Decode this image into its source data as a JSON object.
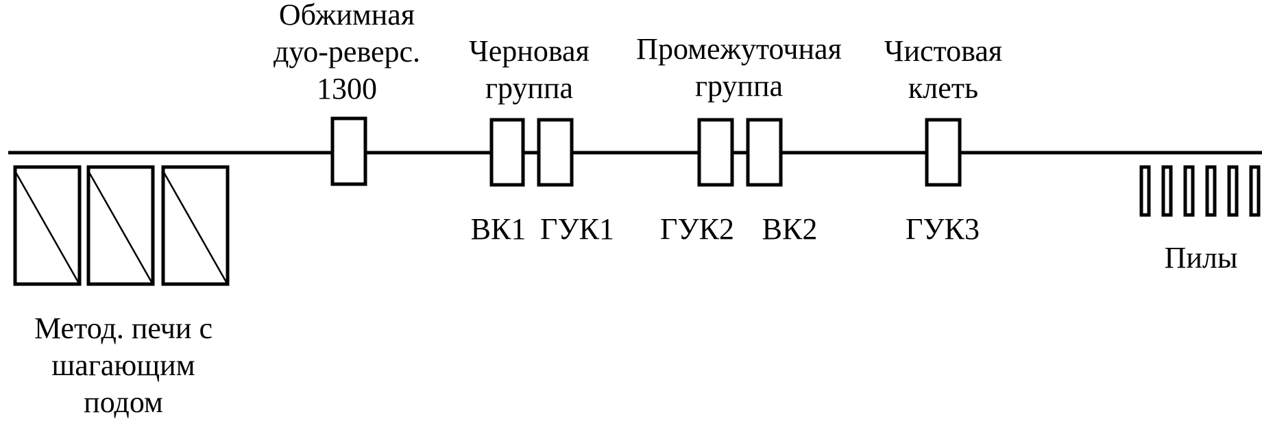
{
  "diagram": {
    "stands_top": {
      "roughing_mill": [
        "Обжимная",
        "дуо-реверс.",
        "1300"
      ],
      "rough_group": [
        "Черновая",
        "группа"
      ],
      "intermediate_group": [
        "Промежуточная",
        "группа"
      ],
      "finishing_stand": [
        "Чистовая",
        "клеть"
      ]
    },
    "stands_bottom": {
      "vk1": "ВК1",
      "guk1": "ГУК1",
      "guk2": "ГУК2",
      "vk2": "ВК2",
      "guk3": "ГУК3"
    },
    "furnaces": [
      "Метод. печи с",
      "шагающим",
      "подом"
    ],
    "saws": "Пилы"
  },
  "colors": {
    "stroke": "#000000",
    "background": "#ffffff"
  }
}
